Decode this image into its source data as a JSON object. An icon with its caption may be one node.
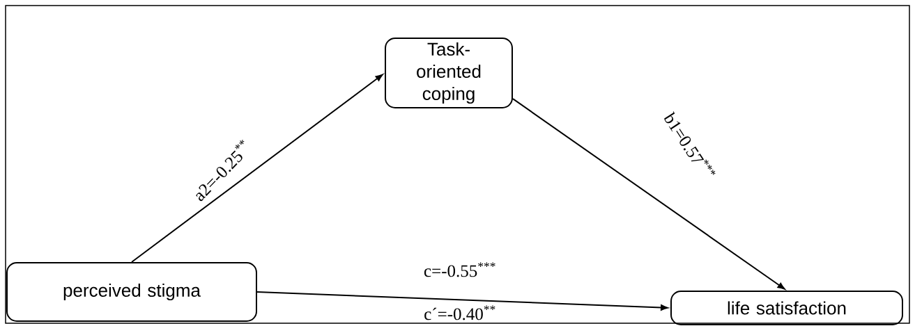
{
  "diagram": {
    "nodes": [
      {
        "text": [
          "Task-oriented coping"
        ]
      },
      {
        "text": [
          "perceived stigma"
        ]
      },
      {
        "text": [
          "life satisfaction"
        ]
      }
    ],
    "edges": [
      {
        "from": 1,
        "to": 0,
        "arrow": "to",
        "label": "a2=-0.25$^{**}$"
      },
      {
        "from": 0,
        "to": 2,
        "arrow": "to",
        "label": "b1=0.57$^{***}$"
      },
      {
        "from": 1,
        "to": 2,
        "arrow": "to",
        "label": "c=-0.55$^{***}$"
      }
    ],
    "labels": [
      "c´=-0.40$^{**}$"
    ]
  }
}
